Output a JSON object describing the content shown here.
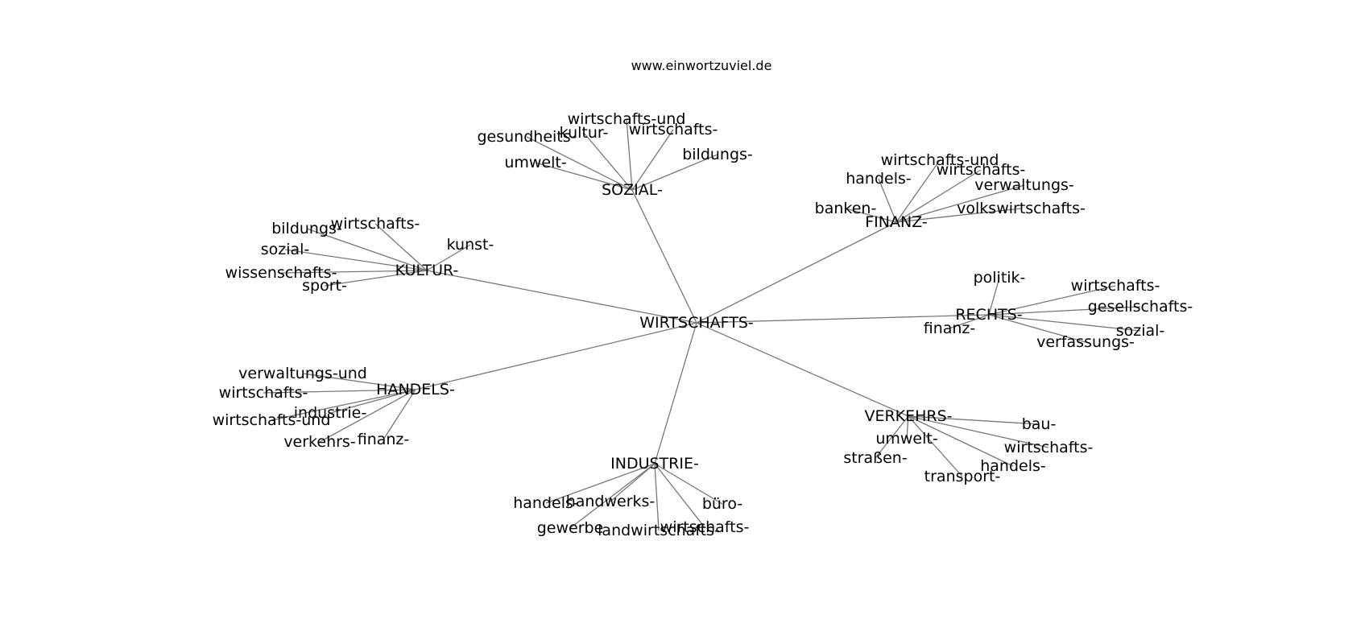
{
  "site": "www.einwortzuviel.de",
  "graph": {
    "root": "WIRTSCHAFTS-",
    "hubs": [
      {
        "label": "SOZIAL-",
        "leaves": [
          "wirtschafts-und",
          "kultur-",
          "gesundheits-",
          "wirtschafts-",
          "bildungs-",
          "umwelt-"
        ]
      },
      {
        "label": "FINANZ-",
        "leaves": [
          "wirtschafts-und",
          "handels-",
          "wirtschafts-",
          "verwaltungs-",
          "banken-",
          "volkswirtschafts-"
        ]
      },
      {
        "label": "KULTUR-",
        "leaves": [
          "wirtschafts-",
          "bildungs-",
          "kunst-",
          "sozial-",
          "wissenschafts-",
          "sport-"
        ]
      },
      {
        "label": "RECHTS-",
        "leaves": [
          "politik-",
          "wirtschafts-",
          "gesellschafts-",
          "finanz-",
          "sozial-",
          "verfassungs-"
        ]
      },
      {
        "label": "HANDELS-",
        "leaves": [
          "verwaltungs-und",
          "wirtschafts-",
          "industrie-",
          "wirtschafts-und",
          "verkehrs-",
          "finanz-"
        ]
      },
      {
        "label": "VERKEHRS-",
        "leaves": [
          "bau-",
          "umwelt-",
          "wirtschafts-",
          "straßen-",
          "handels-",
          "transport-"
        ]
      },
      {
        "label": "INDUSTRIE-",
        "leaves": [
          "handels-",
          "handwerks-",
          "büro-",
          "gewerbe",
          "wirtschafts-",
          "landwirtschafts-"
        ]
      }
    ]
  }
}
